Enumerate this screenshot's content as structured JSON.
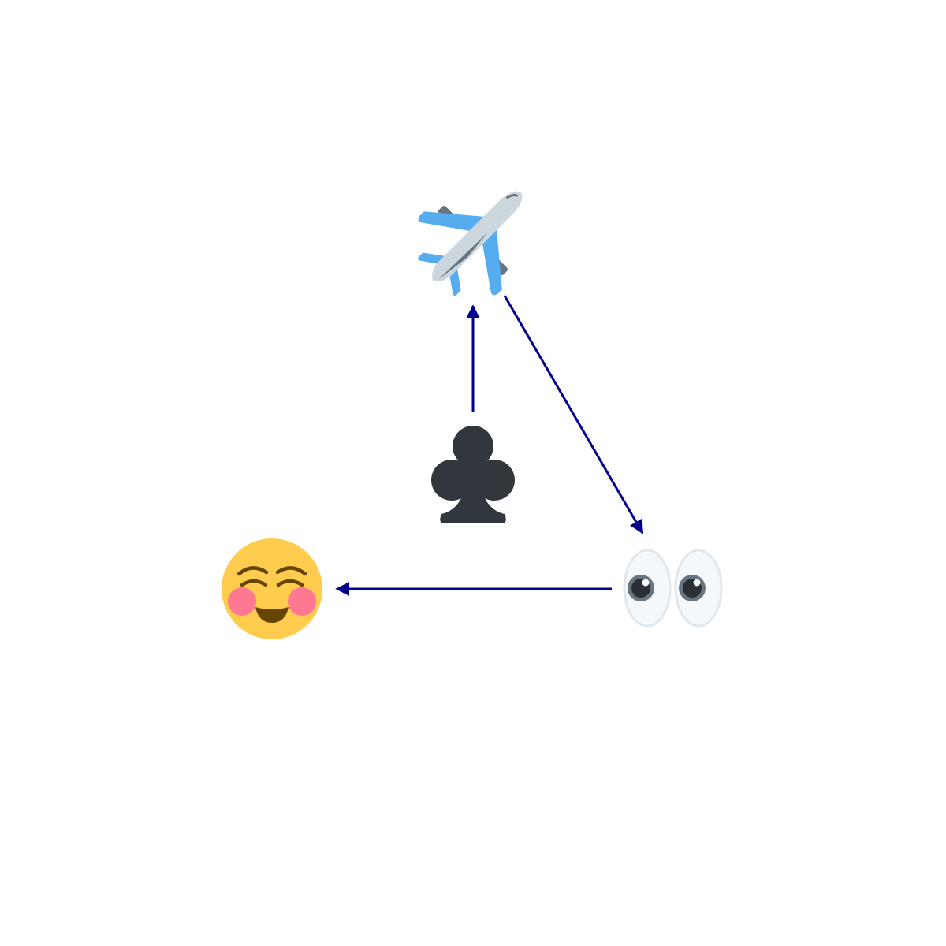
{
  "diagram": {
    "nodes": [
      {
        "id": "airplane",
        "icon": "airplane-icon"
      },
      {
        "id": "club",
        "icon": "club-suit-icon"
      },
      {
        "id": "eyes",
        "icon": "eyes-icon"
      },
      {
        "id": "smile",
        "icon": "smiling-face-blush-icon"
      }
    ],
    "edges": [
      {
        "from": "club",
        "to": "airplane"
      },
      {
        "from": "airplane",
        "to": "eyes"
      },
      {
        "from": "eyes",
        "to": "smile"
      }
    ]
  },
  "colors": {
    "arrow": "#00008b",
    "plane_body": "#ccd6dd",
    "plane_wing": "#55acee",
    "plane_engine": "#66757f",
    "club": "#31373d",
    "eye_white": "#f5f8fa",
    "eye_outline": "#e1e8ed",
    "iris": "#66757f",
    "pupil": "#292f33",
    "face": "#ffcc4d",
    "blush": "#ff7892",
    "face_feature": "#664500"
  }
}
